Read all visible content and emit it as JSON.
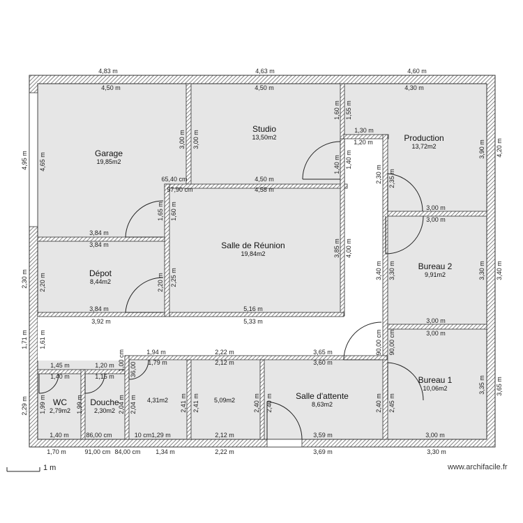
{
  "plan": {
    "rooms": [
      {
        "name": "Garage",
        "area": "19,85m2"
      },
      {
        "name": "Studio",
        "area": "13,50m2"
      },
      {
        "name": "Production",
        "area": "13,72m2"
      },
      {
        "name": "Salle de Réunion",
        "area": "19,84m2"
      },
      {
        "name": "Dépot",
        "area": "8,44m2"
      },
      {
        "name": "Bureau 2",
        "area": "9,91m2"
      },
      {
        "name": "Bureau 1",
        "area": "10,06m2"
      },
      {
        "name": "Salle d'attente",
        "area": "8,63m2"
      },
      {
        "name": "WC",
        "area": "2,79m2"
      },
      {
        "name": "Douche",
        "area": "2,30m2"
      },
      {
        "name": "",
        "area": "4,31m2"
      },
      {
        "name": "",
        "area": "5,09m2"
      }
    ],
    "dimensions": {
      "top_outer": [
        "4,83 m",
        "4,63 m",
        "4,60 m"
      ],
      "top_inner": [
        "4,50 m",
        "4,50 m",
        "4,30 m"
      ],
      "left_outer": [
        "4,95 m",
        "2,30 m",
        "1,71 m",
        "2,29 m"
      ],
      "right_outer": [
        "4,20 m",
        "3,40 m",
        "3,65 m"
      ],
      "bottom_outer": [
        "1,70 m",
        "91,00 cm",
        "84,00 cm",
        "1,34 m",
        "2,22 m",
        "3,69 m",
        "3,30 m"
      ],
      "bottom_inner": [
        "1,40 m",
        "86,00 cm",
        "10 cm",
        "1,29 m",
        "2,12 m",
        "3,59 m",
        "3,00 m"
      ],
      "interior": [
        "4,65 m",
        "3,00 m",
        "3,00 m",
        "65,40 cm",
        "57,90 cm",
        "4,50 m",
        "4,58 m",
        "1,60 m",
        "1,55 m",
        "1,30 m",
        "1,20 m",
        "1,40 m",
        "1,40 m",
        "2,30 m",
        "2,35 m",
        "3,90 m",
        "3,00 m",
        "3,00 m",
        "3,84 m",
        "3,84 m",
        "1,65 m",
        "1,60 m",
        "2,20 m",
        "2,20 m",
        "2,25 m",
        "3,84 m",
        "3,92 m",
        "3,85 m",
        "4,00 m",
        "5,16 m",
        "5,33 m",
        "3,40 m",
        "3,30 m",
        "3,30 m",
        "3,00 m",
        "3,00 m",
        "1,61 m",
        "1,94 m",
        "1,79 m",
        "2,22 m",
        "2,12 m",
        "3,65 m",
        "3,60 m",
        "90,00 cm",
        "90,00 cm",
        "3,35 m",
        "1,45 m",
        "1,40 m",
        "1,20 m",
        "1,15 m",
        "1,00 cm",
        "36,00",
        "1,99 m",
        "1,99 m",
        "2,04 m",
        "2,04 m",
        "2,41 m",
        "2,41 m",
        "2,40 m",
        "2,40 m",
        "2,40 m",
        "2,45 m"
      ]
    }
  },
  "scale": {
    "label": "1 m"
  },
  "watermark": "www.archifacile.fr"
}
